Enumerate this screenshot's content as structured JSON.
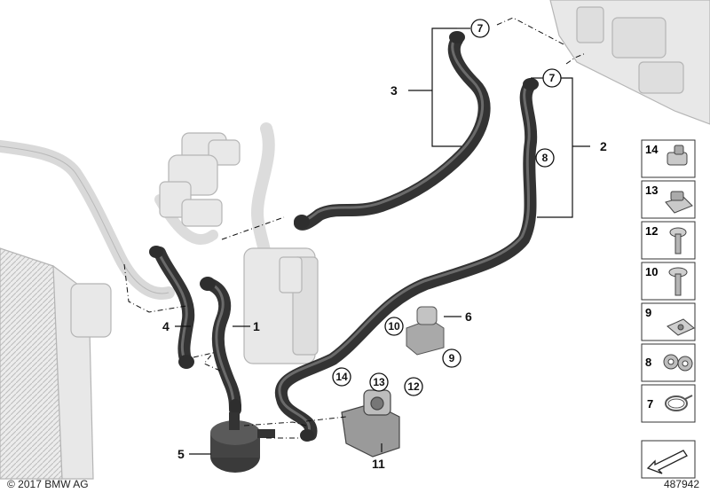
{
  "parts": {
    "p1": "1",
    "p2": "2",
    "p3": "3",
    "p4": "4",
    "p5": "5",
    "p6": "6",
    "p7a": "7",
    "p7b": "7",
    "p8": "8",
    "p9": "9",
    "p10": "10",
    "p11": "11",
    "p12": "12",
    "p13": "13",
    "p14": "14"
  },
  "legend": [
    {
      "number": "14",
      "icon": "hose-clip-14-icon"
    },
    {
      "number": "13",
      "icon": "spring-clip-13-icon"
    },
    {
      "number": "12",
      "icon": "screw-12-icon"
    },
    {
      "number": "10",
      "icon": "bolt-10-icon"
    },
    {
      "number": "9",
      "icon": "nut-clip-9-icon"
    },
    {
      "number": "8",
      "icon": "double-clip-8-icon"
    },
    {
      "number": "7",
      "icon": "hose-clamp-7-icon"
    }
  ],
  "footer": {
    "copyright": "© 2017 BMW AG",
    "diagram_id": "487942"
  },
  "colors": {
    "hose": "#3a3a3a",
    "hose_highlight": "#5a5a5a",
    "ghost": "#e6e6e6",
    "ghost_stroke": "#b9b9b9",
    "line": "#111111"
  }
}
